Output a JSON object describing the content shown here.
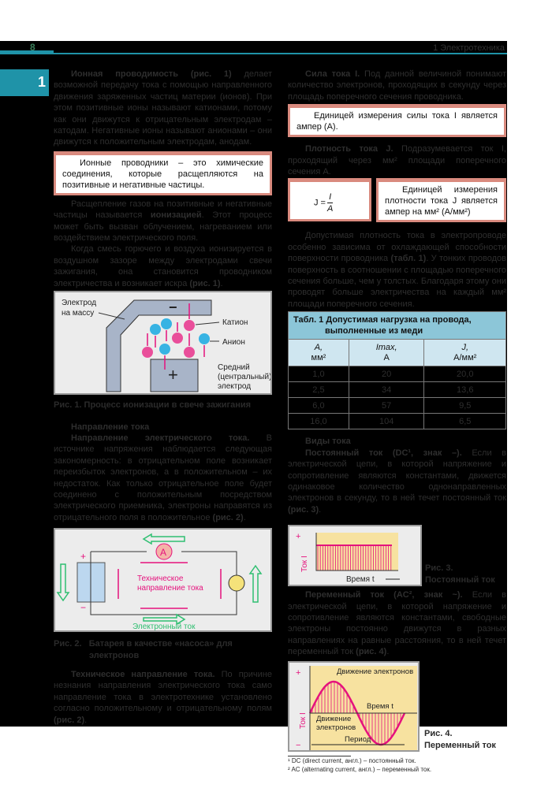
{
  "header": {
    "page_number": "8",
    "chapter_title": "1 Электротехника",
    "chapter_tab": "1"
  },
  "left": {
    "p1_bold": "Ионная проводимость (рис. 1)",
    "p1": " делает возможной передачу тока с помощью направленного движения заряженных частиц материи (ионов). При этом позитивные ионы называют катионами, потому как они движутся к отрицательным электродам – катодам. Негативные ионы называют анионами – они движутся к положительным электродам, анодам.",
    "def1": "Ионные проводники – это химические соединения, которые расщепляются на позитивные и негативные частицы.",
    "p2a": "Расщепление газов на позитивные и негативные частицы называется ",
    "p2_bold": "ионизацией",
    "p2b": ". Этот процесс может быть вызван облучением, нагреванием или воздействием электрического поля.",
    "p3": "Когда смесь горючего и воздуха ионизируется в воздушном зазоре между электродами свечи зажигания, она становится проводником электричества и возникает искра ",
    "p3_bold": "(рис. 1)",
    "p3_end": ".",
    "fig1": {
      "ground_electrode": [
        "Электрод",
        "на массу"
      ],
      "cation": "Катион",
      "anion": "Анион",
      "center_electrode": [
        "Средний",
        "(центральный)",
        "электрод"
      ],
      "minus": "−",
      "plus": "+"
    },
    "fig1_caption": "Рис. 1.  Процесс ионизации в свече зажигания",
    "h_direction": "Направление тока",
    "p4_bold": "Направление электрического тока.",
    "p4": " В источнике напряжения наблюдается следующая закономерность: в отрицательном поле возникает переизбыток электронов, а в положительном – их недостаток. Как только отрицательное поле будет соединено с положительным посредством электрического приемника, электроны направятся из отрицательного поля в положительное ",
    "p4_ref": "(рис. 2)",
    "p4_end": ".",
    "fig2": {
      "ammeter": "A",
      "tech_direction": [
        "Техническое",
        "направление тока"
      ],
      "electron_current": "Электронный ток",
      "plus": "+",
      "minus": "−"
    },
    "fig2_caption": [
      "Рис. 2.",
      "Батарея в качестве «насоса» для",
      "электронов"
    ],
    "p5_bold": "Техническое направление тока.",
    "p5": " По причине незнания направления электрического тока само направление тока в электротехнике установлено согласно положительному и отрицательному полям ",
    "p5_ref": "(рис. 2)",
    "p5_end": "."
  },
  "right": {
    "p1_bold": "Сила тока I.",
    "p1": " Под данной величиной понимают количество электронов, проходящих в секунду через площадь поперечного сечения проводника.",
    "def1": "Единицей измерения силы тока I является ампер (A).",
    "p2_bold": "Плотность тока J.",
    "p2": " Подразумевается ток I, проходящий через мм² площади поперечного сечения A.",
    "formula": {
      "lhs": "J =",
      "num": "I",
      "den": "A"
    },
    "def2": "Единицей измерения плотности тока J является ампер на мм² (А/мм²)",
    "p3a": "Допустимая плотность тока в электропроводе особенно зависима от охлаждающей способности поверхности проводника ",
    "p3_ref": "(табл. 1)",
    "p3b": ". У тонких проводов поверхность в соотношении с площадью поперечного сечения больше, чем у толстых. Благодаря этому они проводят больше электричества на каждый мм² площади поперечного сечения.",
    "table": {
      "title": "Табл. 1  Допустимая нагрузка на провода,",
      "title2": "выполненные из меди",
      "headers": [
        [
          "A,",
          "мм²"
        ],
        [
          "Imax,",
          "A"
        ],
        [
          "J,",
          "А/мм²"
        ]
      ],
      "rows": [
        [
          "1,0",
          "20",
          "20,0"
        ],
        [
          "2,5",
          "34",
          "13,6"
        ],
        [
          "6,0",
          "57",
          "9,5"
        ],
        [
          "16,0",
          "104",
          "6,5"
        ]
      ]
    },
    "h_types": "Виды тока",
    "p4_bold": "Постоянный ток (DC¹, знак –).",
    "p4": " Если в электрической цепи, в которой напряжение и сопротивление являются константами, движется одинаковое количество однонаправленных электронов в секунду, то в ней течет постоянный ток ",
    "p4_ref": "(рис. 3)",
    "p4_end": ".",
    "fig3": {
      "y_label": "Ток I",
      "x_label": "Время t",
      "plus": "+"
    },
    "fig3_caption": [
      "Рис. 3.",
      "Постоянный ток"
    ],
    "p5_bold": "Переменный ток (AC², знак ~).",
    "p5": " Если в электрической цепи, в которой напряжение и сопротивление являются константами, свободные электроны постоянно движутся в разных направлениях на равные расстояния, то в ней течет переменный ток ",
    "p5_ref": "(рис. 4)",
    "p5_end": ".",
    "fig4": {
      "electron_motion_top": "Движение электронов",
      "time": "Время t",
      "electron_motion_bottom": [
        "Движение",
        "электронов"
      ],
      "period": "Период",
      "y_label": "Ток I",
      "plus": "+",
      "minus": "−"
    },
    "fig4_caption": [
      "Рис. 4.",
      "Переменный ток"
    ],
    "footnotes": [
      "¹ DC (direct current, англ.) – постоянный ток.",
      "² AC (alternating current, англ.) – переменный ток."
    ]
  }
}
